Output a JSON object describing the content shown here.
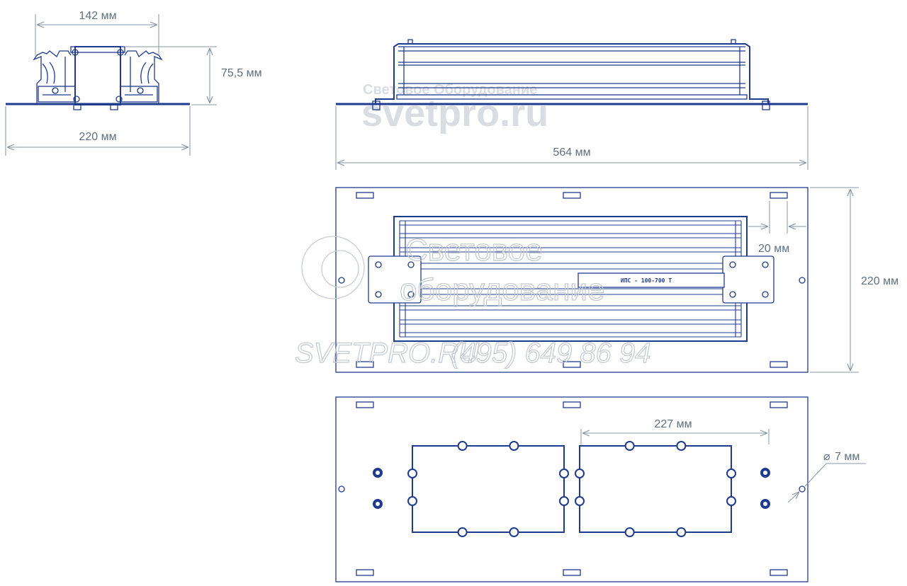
{
  "dimensions": {
    "front_width": "142 мм",
    "front_height": "75,5 мм",
    "front_base": "220 мм",
    "side_length": "564 мм",
    "top_gap": "20 мм",
    "top_height": "220 мм",
    "bottom_spacing": "227 мм",
    "hole_diameter": "7 мм"
  },
  "driver_label": "ИПС - 100-700 Т",
  "watermarks": {
    "line1": "Световое Оборудование",
    "line2": "svetpro.ru",
    "big1": "Световое",
    "big2": "оборудование",
    "contact_site": "SVETPRO.RU",
    "contact_phone": "(495) 649 86 94"
  },
  "colors": {
    "outline": "#1f3b8f",
    "dimension": "#8a96a3",
    "watermark": "#d9dde2"
  }
}
